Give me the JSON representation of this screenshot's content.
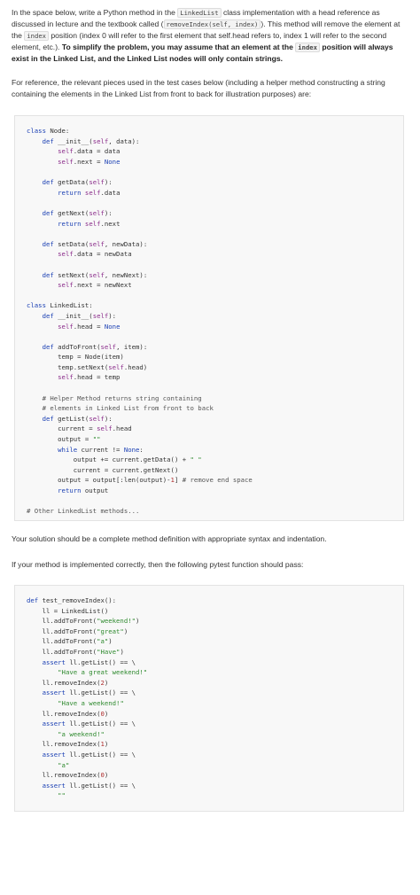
{
  "intro": {
    "t1": "In the space below, write a Python method in the ",
    "c1": "LinkedList",
    "t2": " class implementation with a head reference as discussed in lecture and the textbook called ",
    "t3": "(",
    "c2": "removeIndex(self, index)",
    "t4": "). This method will remove the element at the ",
    "c3": "index",
    "t5": " position (index 0 will refer to the first element that self.head refers to, index 1 will refer to the second element, etc.). ",
    "b1": "To simplify the problem, you may assume that an element at the ",
    "c4": "index",
    "b2": " position will always exist in the Linked List, and the Linked List nodes will only contain strings."
  },
  "reference_text": "For reference, the relevant pieces used in the test cases below (including a helper method constructing a string containing the elements in the Linked List from front to back for illustration purposes) are:",
  "code_block_1": [
    "class Node:",
    "    def __init__(self, data):",
    "        self.data = data",
    "        self.next = None",
    "",
    "    def getData(self):",
    "        return self.data",
    "",
    "    def getNext(self):",
    "        return self.next",
    "",
    "    def setData(self, newData):",
    "        self.data = newData",
    "",
    "    def setNext(self, newNext):",
    "        self.next = newNext",
    "",
    "class LinkedList:",
    "    def __init__(self):",
    "        self.head = None",
    "",
    "    def addToFront(self, item):",
    "        temp = Node(item)",
    "        temp.setNext(self.head)",
    "        self.head = temp",
    "",
    "    # Helper Method returns string containing",
    "    # elements in Linked List from front to back",
    "    def getList(self):",
    "        current = self.head",
    "        output = \"\"",
    "        while current != None:",
    "            output += current.getData() + \" \"",
    "            current = current.getNext()",
    "        output = output[:len(output)-1] # remove end space",
    "        return output",
    "",
    "# Other LinkedList methods..."
  ],
  "solution_text": "Your solution should be a complete method definition with appropriate syntax and indentation.",
  "pytest_text": "If your method is implemented correctly, then the following pytest function should pass:",
  "code_block_2": [
    "def test_removeIndex():",
    "    ll = LinkedList()",
    "    ll.addToFront(\"weekend!\")",
    "    ll.addToFront(\"great\")",
    "    ll.addToFront(\"a\")",
    "    ll.addToFront(\"Have\")",
    "    assert ll.getList() == \\",
    "        \"Have a great weekend!\"",
    "    ll.removeIndex(2)",
    "    assert ll.getList() == \\",
    "        \"Have a weekend!\"",
    "    ll.removeIndex(0)",
    "    assert ll.getList() == \\",
    "        \"a weekend!\"",
    "    ll.removeIndex(1)",
    "    assert ll.getList() == \\",
    "        \"a\"",
    "    ll.removeIndex(0)",
    "    assert ll.getList() == \\",
    "        \"\""
  ]
}
